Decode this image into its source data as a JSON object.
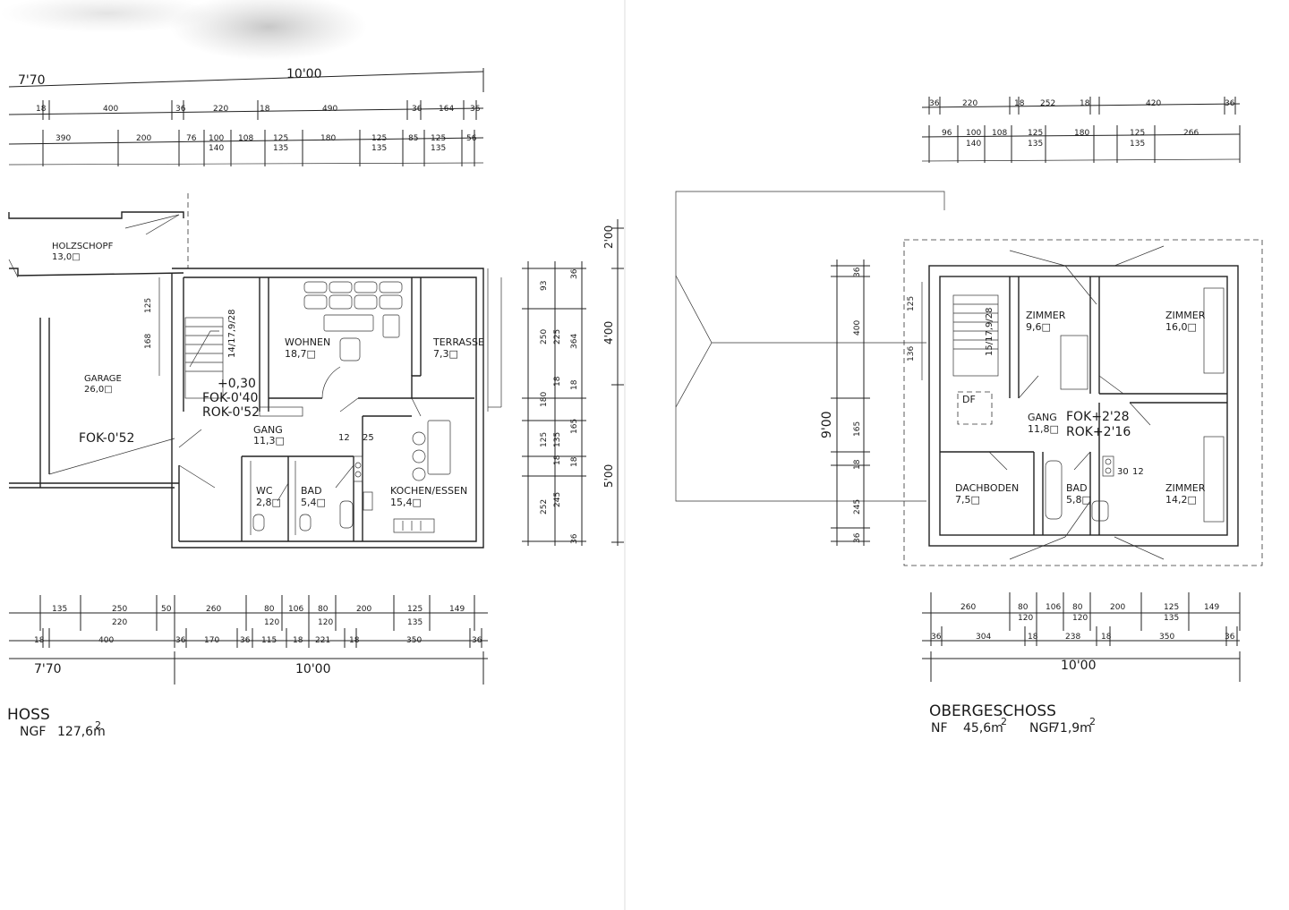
{
  "left_plan": {
    "top_dims": {
      "overall_left": "7'70",
      "overall_right": "10'00",
      "row1": [
        "18",
        "400",
        "36",
        "220",
        "18",
        "490",
        "36",
        "164",
        "36"
      ],
      "row2": [
        "390",
        "200",
        "76",
        "100",
        "108",
        "125",
        "180",
        "125",
        "85",
        "125",
        "56"
      ],
      "row2_sub": [
        "140",
        "135",
        "135",
        "135"
      ]
    },
    "rooms": {
      "holzschopf": {
        "name": "HOLZSCHOPF",
        "area": "13,0□"
      },
      "garage": {
        "name": "GARAGE",
        "area": "26,0□"
      },
      "garage_level": "FOK-0'52",
      "wohnen": {
        "name": "WOHNEN",
        "area": "18,7□"
      },
      "terrasse": {
        "name": "TERRASSE",
        "area": "7,3□"
      },
      "gang": {
        "name": "GANG",
        "area": "11,3□"
      },
      "wc": {
        "name": "WC",
        "area": "2,8□"
      },
      "bad": {
        "name": "BAD",
        "area": "5,4□"
      },
      "kochen": {
        "name": "KOCHEN/ESSEN",
        "area": "15,4□"
      }
    },
    "level_a": "+0,30",
    "level_b": "FOK-0'40",
    "level_c": "ROK-0'52",
    "stair_label": "14/17,9/28",
    "stair_dims": [
      "125",
      "168"
    ],
    "small_dims": [
      "12",
      "25"
    ],
    "right_dims": {
      "col1": [
        "93",
        "250",
        "180",
        "125",
        "252"
      ],
      "col2": [
        "225",
        "18",
        "135",
        "18",
        "245"
      ],
      "col3": [
        "36",
        "364",
        "18",
        "165",
        "18",
        "36"
      ],
      "overall": [
        "2'00",
        "4'00",
        "5'00"
      ]
    },
    "bottom_dims": {
      "row1": [
        "135",
        "250",
        "50",
        "260",
        "80",
        "106",
        "80",
        "200",
        "125",
        "149"
      ],
      "row1_sub": [
        "220",
        "120",
        "120",
        "135"
      ],
      "row2": [
        "18",
        "400",
        "36",
        "170",
        "36",
        "115",
        "18",
        "221",
        "18",
        "350",
        "36"
      ],
      "overall_left": "7'70",
      "overall_right": "10'00"
    },
    "title": "HOSS",
    "ngf_label": "NGF",
    "ngf_value": "127,6m",
    "ngf_sup": "2"
  },
  "right_plan": {
    "top_dims": {
      "row1": [
        "36",
        "220",
        "18",
        "252",
        "18",
        "420",
        "36"
      ],
      "row2": [
        "96",
        "100",
        "108",
        "125",
        "180",
        "125",
        "266"
      ],
      "row2_sub": [
        "140",
        "135",
        "135"
      ]
    },
    "rooms": {
      "zimmer_a": {
        "name": "ZIMMER",
        "area": "9,6□"
      },
      "zimmer_b": {
        "name": "ZIMMER",
        "area": "16,0□"
      },
      "gang": {
        "name": "GANG",
        "area": "11,8□"
      },
      "dachboden": {
        "name": "DACHBODEN",
        "area": "7,5□"
      },
      "bad": {
        "name": "BAD",
        "area": "5,8□"
      },
      "zimmer_c": {
        "name": "ZIMMER",
        "area": "14,2□"
      }
    },
    "df_label": "DF",
    "level_a": "FOK+2'28",
    "level_b": "ROK+2'16",
    "stair_label": "15/17,9/28",
    "stair_dims": [
      "125",
      "136"
    ],
    "small_dims": [
      "30",
      "12"
    ],
    "left_dims": {
      "col1": [
        "36",
        "400",
        "165",
        "18",
        "245",
        "36"
      ],
      "overall": "9'00"
    },
    "bottom_dims": {
      "row1": [
        "260",
        "80",
        "106",
        "80",
        "200",
        "125",
        "149"
      ],
      "row1_sub": [
        "120",
        "120",
        "135"
      ],
      "row2": [
        "36",
        "304",
        "18",
        "238",
        "18",
        "350",
        "36"
      ],
      "overall": "10'00"
    },
    "title": "OBERGESCHOSS",
    "nf_label": "NF",
    "nf_value": "45,6m",
    "nf_sup": "2",
    "ngf_label": "NGF",
    "ngf_value": "71,9m",
    "ngf_sup": "2"
  }
}
